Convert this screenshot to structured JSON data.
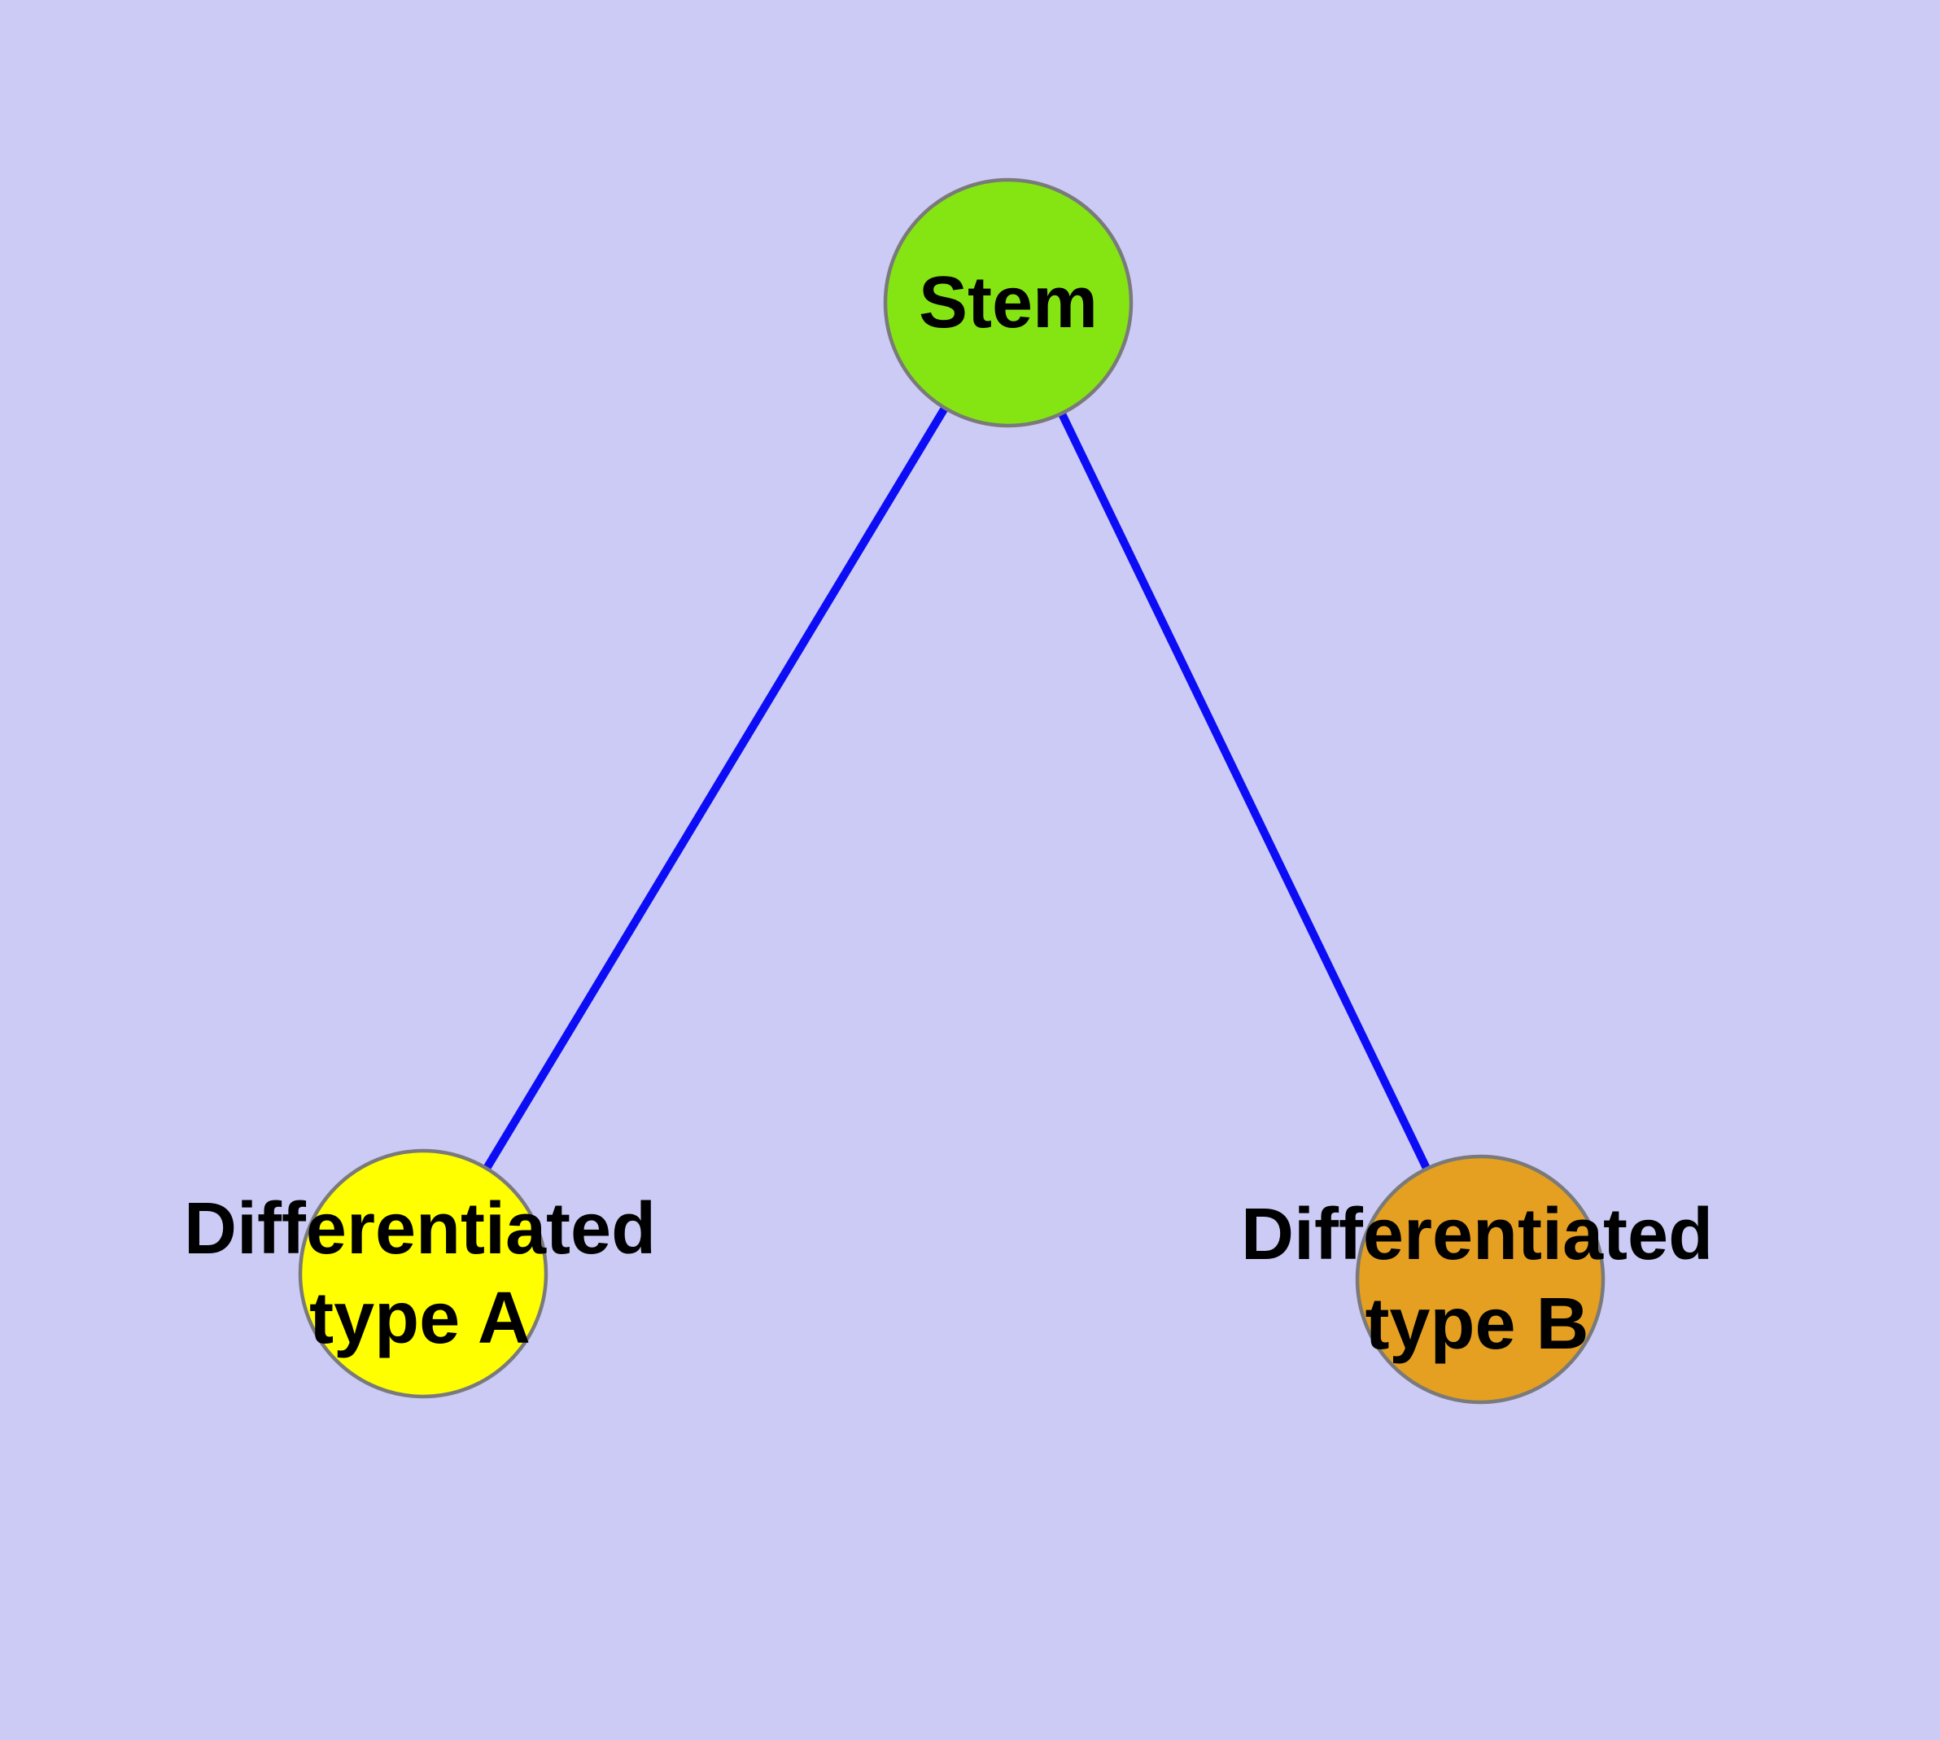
{
  "diagram": {
    "background_color": "#CBCBF5",
    "edge_color": "#0D0DF5",
    "node_border_color": "#7A7A7A",
    "label_color": "#000000",
    "nodes": [
      {
        "id": "stem",
        "label": "Stem",
        "fill": "#85E513"
      },
      {
        "id": "type-a",
        "label": "Differentiated\ntype A",
        "fill": "#FFFF00"
      },
      {
        "id": "type-b",
        "label": "Differentiated\ntype B",
        "fill": "#E6A021"
      }
    ],
    "edges": [
      {
        "from": "stem",
        "to": "type-a"
      },
      {
        "from": "stem",
        "to": "type-b"
      }
    ]
  }
}
